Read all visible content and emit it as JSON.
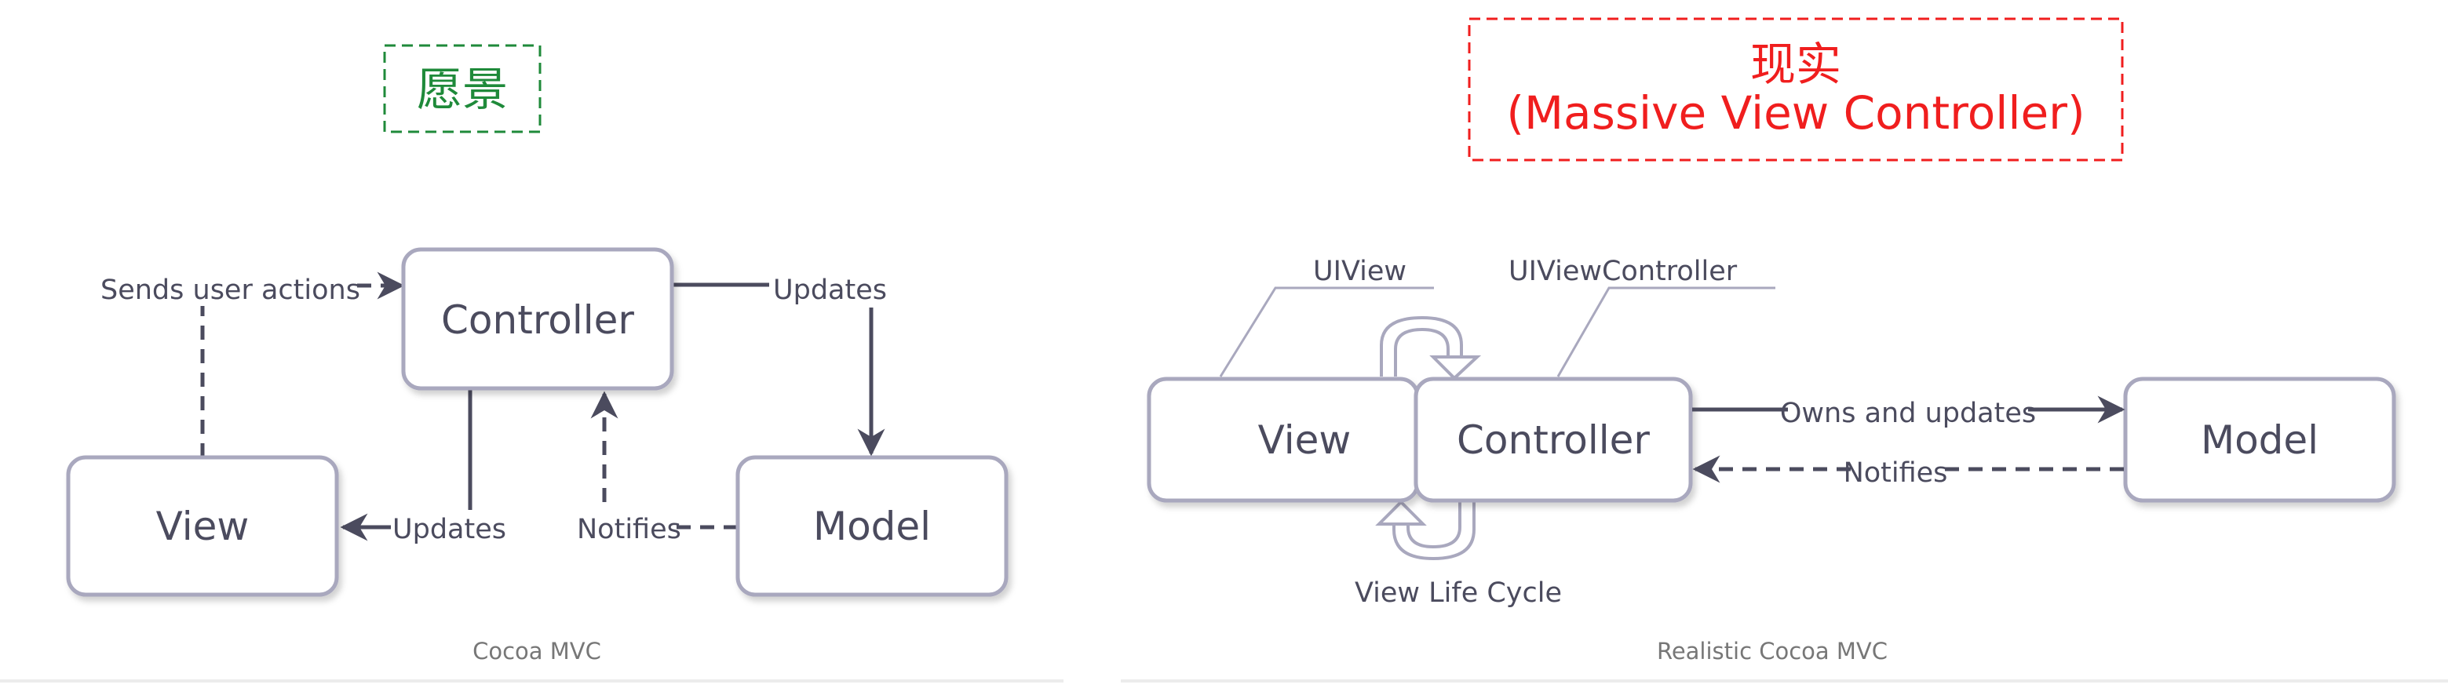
{
  "left": {
    "title": "愿景",
    "caption": "Cocoa MVC",
    "boxes": {
      "controller": "Controller",
      "view": "View",
      "model": "Model"
    },
    "edges": {
      "sends_user_actions": "Sends user actions",
      "updates_model": "Updates",
      "updates_view": "Updates",
      "notifies": "Notifies"
    }
  },
  "right": {
    "title_line1": "现实",
    "title_line2": "(Massive View Controller)",
    "caption": "Realistic Cocoa MVC",
    "boxes": {
      "view": "View",
      "controller": "Controller",
      "model": "Model"
    },
    "callouts": {
      "uiview": "UIView",
      "uiviewcontroller": "UIViewController"
    },
    "edges": {
      "owns_and_updates": "Owns and updates",
      "notifies": "Notifies",
      "view_life_cycle": "View Life Cycle"
    }
  },
  "colors": {
    "box_stroke": "#a9a8be",
    "box_fill": "#ffffff",
    "line": "#4b4b5e",
    "green_accent": "#1f8a3a",
    "red_accent": "#f01e1e"
  }
}
